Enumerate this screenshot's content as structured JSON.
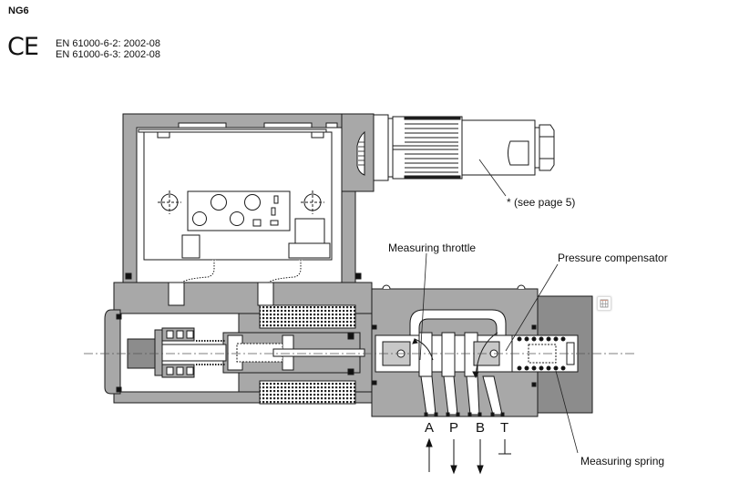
{
  "header": {
    "size_label": "NG6",
    "ce_mark": "CE",
    "standards": [
      "EN 61000-6-2: 2002-08",
      "EN 61000-6-3: 2002-08"
    ]
  },
  "diagram": {
    "labels": {
      "connector_note": "* (see page 5)",
      "measuring_throttle": "Measuring throttle",
      "pressure_compensator": "Pressure compensator",
      "measuring_spring": "Measuring spring"
    },
    "ports": [
      "A",
      "P",
      "B",
      "T"
    ],
    "port_flow": {
      "A": "up-arrow",
      "P": "down-arrow",
      "B": "down-arrow",
      "T": "tank-symbol"
    },
    "colors": {
      "housing_gray": "#a8a8a8",
      "dark_gray": "#8c8c8c",
      "light_gray": "#c8c8c8",
      "outline": "#1a1a1a"
    }
  }
}
